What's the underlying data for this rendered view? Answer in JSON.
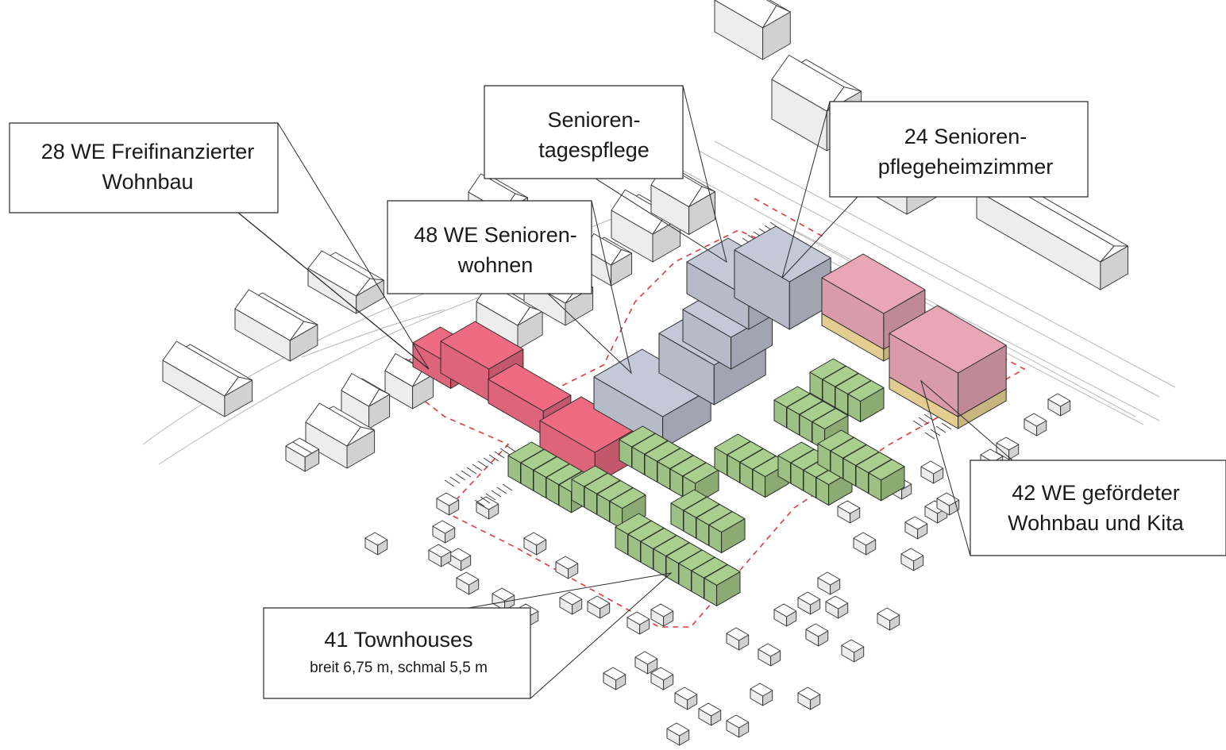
{
  "colors": {
    "background": "#ffffff",
    "line": "#2a2a2a",
    "context_stroke": "#3a3a3a",
    "context_fill": "#ffffff",
    "boundary": "#e03a3a",
    "freifinanziert": "#ee6b82",
    "senioren": "#c3c9d8",
    "gefoerdert": "#e9a7b6",
    "kita": "#f4dc9b",
    "townhouses": "#a9cf8e",
    "road": "#b8b8b8"
  },
  "callouts": [
    {
      "id": "freifinanziert",
      "lines": [
        "28 WE Freifinanzierter",
        "Wohnbau"
      ]
    },
    {
      "id": "seniorenwohnen",
      "lines": [
        "48 WE Senioren-",
        "wohnen"
      ]
    },
    {
      "id": "tagespflege",
      "lines": [
        "Senioren-",
        "tagespflege"
      ]
    },
    {
      "id": "pflegeheim",
      "lines": [
        "24 Senioren-",
        "pflegeheimzimmer"
      ]
    },
    {
      "id": "gefoerdert",
      "lines": [
        "42 WE gefördeter",
        "Wohnbau und Kita"
      ]
    },
    {
      "id": "townhouses",
      "lines": [
        "41 Townhouses",
        "breit 6,75 m, schmal  5,5 m"
      ]
    }
  ]
}
